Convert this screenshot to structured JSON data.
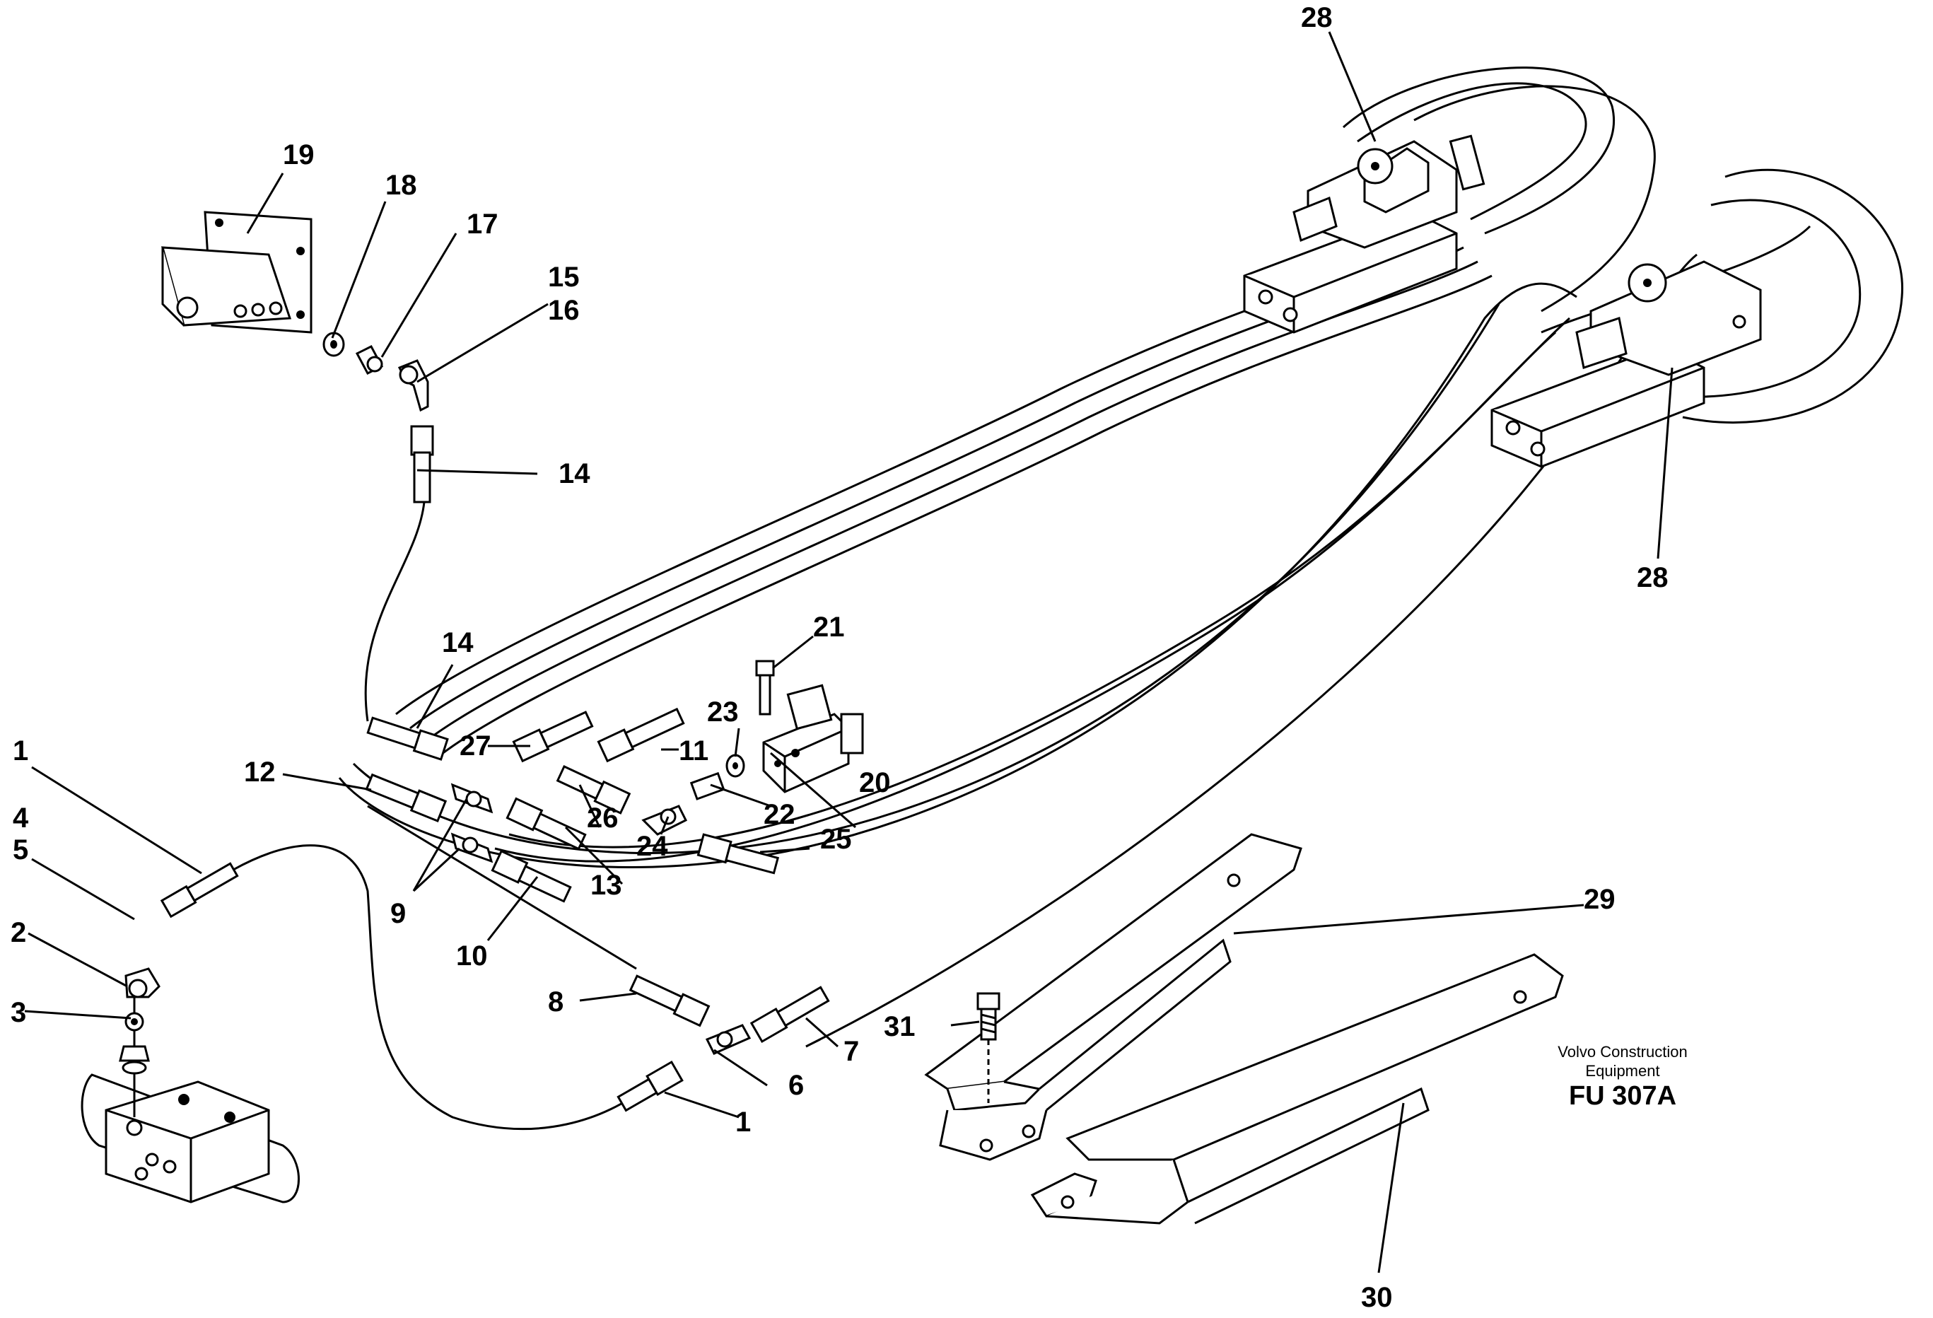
{
  "callouts": {
    "c1a": "1",
    "c1b": "1",
    "c2": "2",
    "c3": "3",
    "c4": "4",
    "c5": "5",
    "c6": "6",
    "c7": "7",
    "c8": "8",
    "c9": "9",
    "c10": "10",
    "c11": "11",
    "c12": "12",
    "c13": "13",
    "c14a": "14",
    "c14b": "14",
    "c15": "15",
    "c16": "16",
    "c17": "17",
    "c18": "18",
    "c19": "19",
    "c20": "20",
    "c21": "21",
    "c22": "22",
    "c23": "23",
    "c24": "24",
    "c25": "25",
    "c26": "26",
    "c27": "27",
    "c28a": "28",
    "c28b": "28",
    "c29": "29",
    "c30": "30",
    "c31": "31"
  },
  "caption": {
    "line1": "Volvo Construction",
    "line2": "Equipment",
    "code": "FU 307A"
  }
}
